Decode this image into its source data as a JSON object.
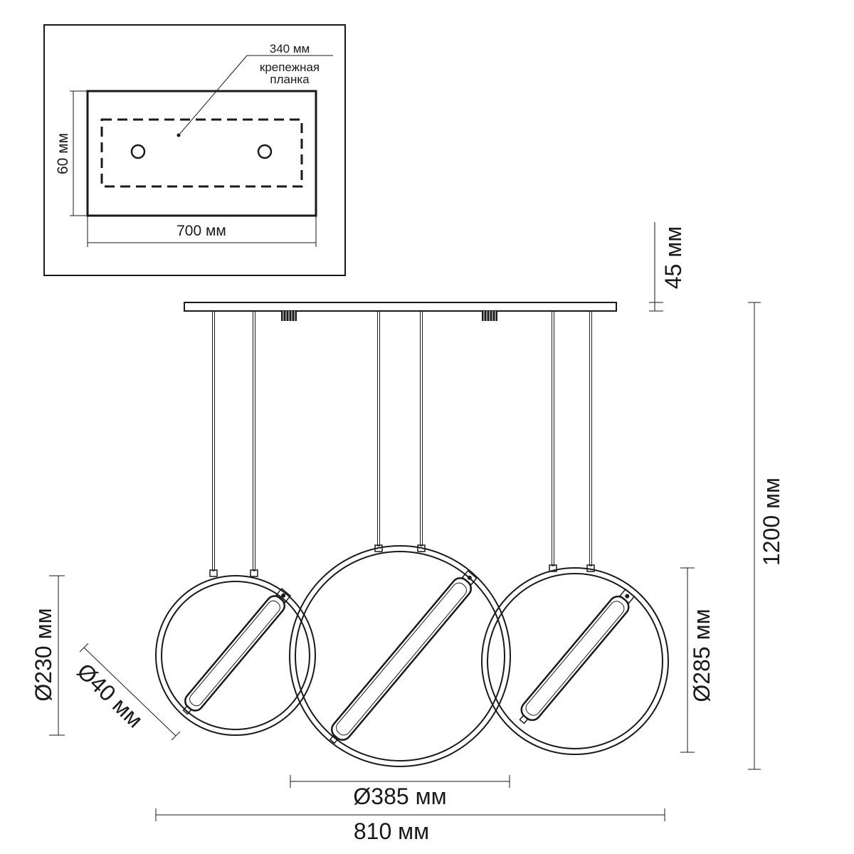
{
  "inset": {
    "width_label": "700 мм",
    "height_label": "60 мм",
    "bracket_length_label": "340 мм",
    "bracket_name_line1": "крепежная",
    "bracket_name_line2": "планка"
  },
  "dimensions": {
    "canopy_height": "45 мм",
    "total_height": "1200 мм",
    "left_ring_diameter": "Ø230 мм",
    "lamp_tube_diameter": "Ø40 мм",
    "center_ring_diameter": "Ø385 мм",
    "right_ring_diameter": "Ø285 мм",
    "total_width": "810 мм"
  }
}
